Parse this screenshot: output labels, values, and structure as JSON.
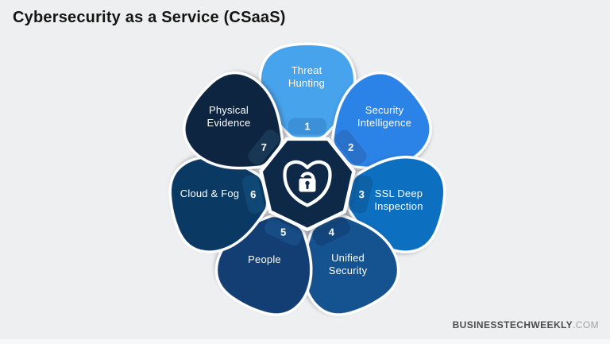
{
  "title": "Cybersecurity as a Service (CSaaS)",
  "center": {
    "icon": "shield-lock-icon",
    "color": "#0D2947"
  },
  "petals": [
    {
      "number": "1",
      "label": "Threat Hunting",
      "color": "#47A3EB",
      "tab_color": "#3C90D7"
    },
    {
      "number": "2",
      "label": "Security Intelligence",
      "color": "#2B82E7",
      "tab_color": "#2971C9"
    },
    {
      "number": "3",
      "label": "SSL Deep Inspection",
      "color": "#0C6FC0",
      "tab_color": "#0D61A7"
    },
    {
      "number": "4",
      "label": "Unified Security",
      "color": "#155290",
      "tab_color": "#12457C"
    },
    {
      "number": "5",
      "label": "People",
      "color": "#123E74",
      "tab_color": "#174C84"
    },
    {
      "number": "6",
      "label": "Cloud & Fog",
      "color": "#0A3A64",
      "tab_color": "#104875"
    },
    {
      "number": "7",
      "label": "Physical Evidence",
      "color": "#0D2541",
      "tab_color": "#183755"
    }
  ],
  "watermark": {
    "brand": "BUSINESSTECHWEEKLY",
    "suffix": ".COM"
  }
}
